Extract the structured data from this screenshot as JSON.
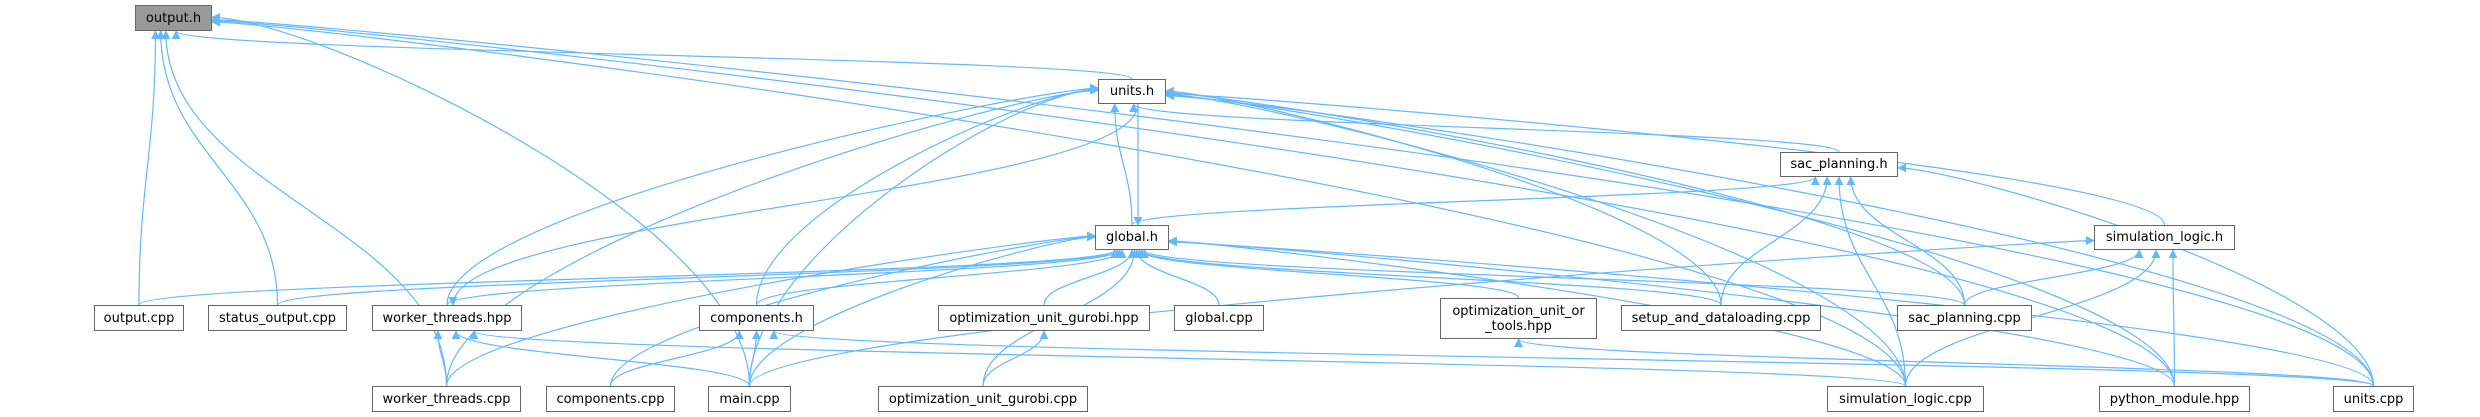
{
  "graph": {
    "edge_color": "#63b8ff",
    "node_border": "#666666",
    "current_fill": "#999999",
    "nodes": {
      "output_h": {
        "label": "output.h",
        "current": true
      },
      "output_cpp": {
        "label": "output.cpp"
      },
      "status_output_cpp": {
        "label": "status_output.cpp"
      },
      "worker_threads_hpp": {
        "label": "worker_threads.hpp"
      },
      "components_h": {
        "label": "components.h"
      },
      "worker_threads_cpp": {
        "label": "worker_threads.cpp"
      },
      "components_cpp": {
        "label": "components.cpp"
      },
      "main_cpp": {
        "label": "main.cpp"
      },
      "units_h": {
        "label": "units.h"
      },
      "global_h": {
        "label": "global.h"
      },
      "opt_gurobi_hpp": {
        "label": "optimization_unit_gurobi.hpp"
      },
      "global_cpp": {
        "label": "global.cpp"
      },
      "opt_or_tools_hpp": {
        "label": "optimization_unit_or",
        "label2": "_tools.hpp"
      },
      "setup_cpp": {
        "label": "setup_and_dataloading.cpp"
      },
      "opt_gurobi_cpp": {
        "label": "optimization_unit_gurobi.cpp"
      },
      "sac_planning_h": {
        "label": "sac_planning.h"
      },
      "sac_planning_cpp": {
        "label": "sac_planning.cpp"
      },
      "simulation_logic_h": {
        "label": "simulation_logic.h"
      },
      "simulation_logic_cpp": {
        "label": "simulation_logic.cpp"
      },
      "python_module_hpp": {
        "label": "python_module.hpp"
      },
      "units_cpp": {
        "label": "units.cpp"
      }
    },
    "edges": [
      [
        "output_cpp",
        "output_h"
      ],
      [
        "status_output_cpp",
        "output_h"
      ],
      [
        "worker_threads_cpp",
        "output_h"
      ],
      [
        "main_cpp",
        "output_h"
      ],
      [
        "units_h",
        "output_h"
      ],
      [
        "units_cpp",
        "output_h"
      ],
      [
        "python_module_hpp",
        "output_h"
      ],
      [
        "simulation_logic_cpp",
        "output_h"
      ],
      [
        "global_h",
        "units_h"
      ],
      [
        "worker_threads_hpp",
        "units_h"
      ],
      [
        "components_h",
        "units_h"
      ],
      [
        "main_cpp",
        "units_h"
      ],
      [
        "worker_threads_cpp",
        "units_h"
      ],
      [
        "setup_cpp",
        "units_h"
      ],
      [
        "sac_planning_h",
        "units_h"
      ],
      [
        "sac_planning_cpp",
        "units_h"
      ],
      [
        "simulation_logic_h",
        "units_h"
      ],
      [
        "simulation_logic_cpp",
        "units_h"
      ],
      [
        "python_module_hpp",
        "units_h"
      ],
      [
        "units_cpp",
        "units_h"
      ],
      [
        "units_h",
        "global_h"
      ],
      [
        "units_h",
        "worker_threads_hpp"
      ],
      [
        "output_cpp",
        "global_h"
      ],
      [
        "status_output_cpp",
        "global_h"
      ],
      [
        "worker_threads_hpp",
        "global_h"
      ],
      [
        "components_h",
        "global_h"
      ],
      [
        "worker_threads_cpp",
        "global_h"
      ],
      [
        "components_cpp",
        "global_h"
      ],
      [
        "main_cpp",
        "global_h"
      ],
      [
        "opt_gurobi_hpp",
        "global_h"
      ],
      [
        "opt_gurobi_cpp",
        "global_h"
      ],
      [
        "global_cpp",
        "global_h"
      ],
      [
        "opt_or_tools_hpp",
        "global_h"
      ],
      [
        "setup_cpp",
        "global_h"
      ],
      [
        "sac_planning_cpp",
        "global_h"
      ],
      [
        "simulation_logic_cpp",
        "global_h"
      ],
      [
        "python_module_hpp",
        "global_h"
      ],
      [
        "units_cpp",
        "global_h"
      ],
      [
        "global_h",
        "sac_planning_h"
      ],
      [
        "setup_cpp",
        "sac_planning_h"
      ],
      [
        "simulation_logic_cpp",
        "sac_planning_h"
      ],
      [
        "sac_planning_cpp",
        "sac_planning_h"
      ],
      [
        "units_cpp",
        "sac_planning_h"
      ],
      [
        "sac_planning_cpp",
        "simulation_logic_h"
      ],
      [
        "simulation_logic_cpp",
        "simulation_logic_h"
      ],
      [
        "python_module_hpp",
        "simulation_logic_h"
      ],
      [
        "main_cpp",
        "simulation_logic_h"
      ],
      [
        "worker_threads_cpp",
        "worker_threads_hpp"
      ],
      [
        "main_cpp",
        "worker_threads_hpp"
      ],
      [
        "simulation_logic_cpp",
        "worker_threads_hpp"
      ],
      [
        "components_cpp",
        "components_h"
      ],
      [
        "main_cpp",
        "components_h"
      ],
      [
        "units_cpp",
        "components_h"
      ],
      [
        "opt_gurobi_cpp",
        "opt_gurobi_hpp"
      ],
      [
        "units_cpp",
        "opt_or_tools_hpp"
      ]
    ]
  }
}
